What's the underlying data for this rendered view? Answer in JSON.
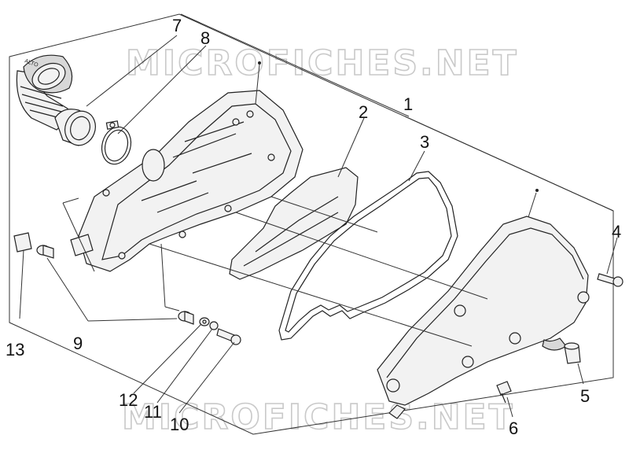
{
  "watermark": {
    "top": "MICROFICHES.NET",
    "bottom": "MICROFICHES.NET"
  },
  "hose_text": "ALTO",
  "callouts": [
    {
      "id": "1",
      "label": "1"
    },
    {
      "id": "2",
      "label": "2"
    },
    {
      "id": "3",
      "label": "3"
    },
    {
      "id": "4",
      "label": "4"
    },
    {
      "id": "5",
      "label": "5"
    },
    {
      "id": "6",
      "label": "6"
    },
    {
      "id": "7",
      "label": "7"
    },
    {
      "id": "8",
      "label": "8"
    },
    {
      "id": "9",
      "label": "9"
    },
    {
      "id": "10",
      "label": "10"
    },
    {
      "id": "11",
      "label": "11"
    },
    {
      "id": "12",
      "label": "12"
    },
    {
      "id": "13",
      "label": "13"
    }
  ],
  "colors": {
    "line": "#222222",
    "watermark": "#c9c9c9",
    "background": "#ffffff"
  }
}
